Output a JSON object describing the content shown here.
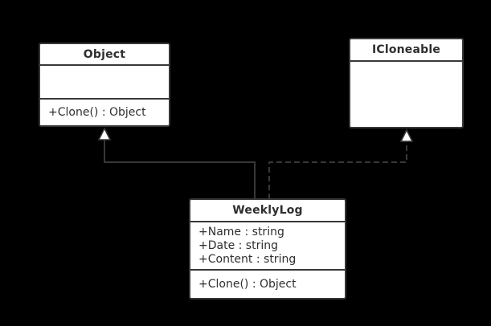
{
  "diagram": {
    "colors": {
      "background": "#000000",
      "box_fill": "#ffffff",
      "stroke": "#383838",
      "text": "#2f2f2f"
    },
    "classes": [
      {
        "name": "Object",
        "attributes": [],
        "methods": [
          "+Clone() : Object"
        ]
      },
      {
        "name": "ICloneable",
        "attributes": [],
        "methods": []
      },
      {
        "name": "WeeklyLog",
        "attributes": [
          "+Name : string",
          "+Date : string",
          "+Content : string"
        ],
        "methods": [
          "+Clone() : Object"
        ]
      }
    ],
    "relations": [
      {
        "from": "WeeklyLog",
        "to": "Object",
        "type": "generalization",
        "line": "solid",
        "arrowhead": "hollow-triangle"
      },
      {
        "from": "WeeklyLog",
        "to": "ICloneable",
        "type": "realization",
        "line": "dashed",
        "arrowhead": "hollow-triangle"
      }
    ]
  }
}
